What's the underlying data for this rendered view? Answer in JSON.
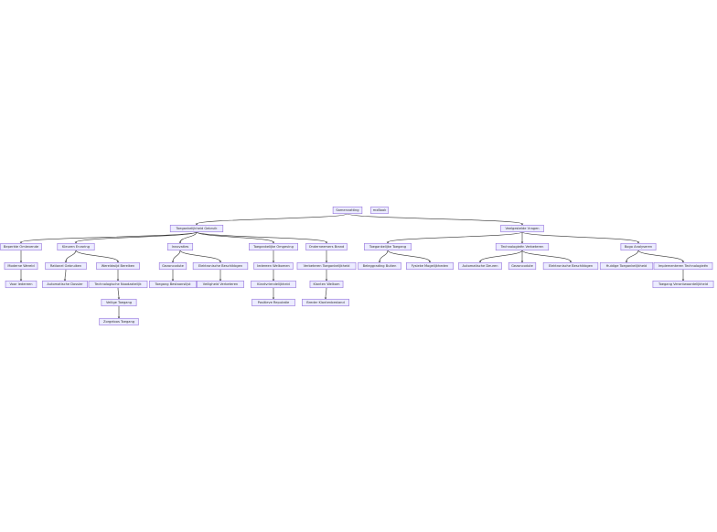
{
  "diagram": {
    "type": "mindmap-flowchart",
    "colors": {
      "node_fill": "#ececff",
      "node_stroke": "#9370db",
      "edge": "#333333",
      "text": "#333333"
    },
    "nodes": [
      {
        "id": "root",
        "label": "Samenvatting"
      },
      {
        "id": "mermaid",
        "label": "mxBook"
      },
      {
        "id": "cat1",
        "label": "Toegankelijkheid Gebruik"
      },
      {
        "id": "c1a",
        "label": "Beperkte Omlevende"
      },
      {
        "id": "c1a1",
        "label": "Moderne Wereld"
      },
      {
        "id": "c1a2",
        "label": "Voor Iedereen"
      },
      {
        "id": "c1b",
        "label": "Kleuren Ervaring"
      },
      {
        "id": "c1b1",
        "label": "Rationel Gebruiken"
      },
      {
        "id": "c1b2",
        "label": "Automatische Dossier"
      },
      {
        "id": "c1c",
        "label": "Wereldwijd Bereiken"
      },
      {
        "id": "c1c1",
        "label": "Technologische Noodzakelijk"
      },
      {
        "id": "c1c2",
        "label": "Veilige Toegang"
      },
      {
        "id": "c1c3",
        "label": "Zorgeloos Toegang"
      },
      {
        "id": "c1d",
        "label": "Innovaties"
      },
      {
        "id": "c1d1",
        "label": "Gezoncodute"
      },
      {
        "id": "c1d2",
        "label": "Toegang Bestaanslijst"
      },
      {
        "id": "c1e",
        "label": "Elektronische Beschikbgen"
      },
      {
        "id": "c1e1",
        "label": "Veiligheid Verbeteren"
      },
      {
        "id": "c1f",
        "label": "Toegankelijke Omgeving"
      },
      {
        "id": "c1f1",
        "label": "Iedereen Welkomen"
      },
      {
        "id": "c1f2",
        "label": "Klantvriendelijkheid"
      },
      {
        "id": "c1f3",
        "label": "Positieve Reputatie"
      },
      {
        "id": "c1g",
        "label": "Onderneemers Brand"
      },
      {
        "id": "c1g1",
        "label": "Verbeteren Toegankelijkheid"
      },
      {
        "id": "c1g2",
        "label": "Klanten Welkom"
      },
      {
        "id": "c1g3",
        "label": "Breder Klantenbestand"
      },
      {
        "id": "cat2",
        "label": "Veelgestelde Vragen"
      },
      {
        "id": "c2a",
        "label": "Toegankelijke Toegang"
      },
      {
        "id": "c2a1",
        "label": "Beleggrading Buiten"
      },
      {
        "id": "c2a2",
        "label": "Fysieke Mogelijkheden"
      },
      {
        "id": "c2b",
        "label": "Technologieën Verbeteren"
      },
      {
        "id": "c2b1",
        "label": "Automatische Deuren"
      },
      {
        "id": "c2b2",
        "label": "Gezoncodute"
      },
      {
        "id": "c2b3",
        "label": "Elektronische Beschikbgen"
      },
      {
        "id": "c2c",
        "label": "Bogo Analyseren"
      },
      {
        "id": "c2c1",
        "label": "Huidige Toegankelijkheid"
      },
      {
        "id": "c2c2",
        "label": "Implementeren Technologieën"
      },
      {
        "id": "c2c3",
        "label": "Toegang Verantwoordelijkheid"
      }
    ],
    "edges": [
      [
        "root",
        "cat1"
      ],
      [
        "root",
        "cat2"
      ],
      [
        "cat1",
        "c1a"
      ],
      [
        "cat1",
        "c1b"
      ],
      [
        "cat1",
        "c1d"
      ],
      [
        "cat1",
        "c1f"
      ],
      [
        "cat1",
        "c1g"
      ],
      [
        "c1a",
        "c1a1"
      ],
      [
        "c1a1",
        "c1a2"
      ],
      [
        "c1b",
        "c1b1"
      ],
      [
        "c1b",
        "c1c"
      ],
      [
        "c1b1",
        "c1b2"
      ],
      [
        "c1c",
        "c1c1"
      ],
      [
        "c1c1",
        "c1c2"
      ],
      [
        "c1c2",
        "c1c3"
      ],
      [
        "c1d",
        "c1d1"
      ],
      [
        "c1d",
        "c1e"
      ],
      [
        "c1d1",
        "c1d2"
      ],
      [
        "c1e",
        "c1e1"
      ],
      [
        "c1f",
        "c1f1"
      ],
      [
        "c1f1",
        "c1f2"
      ],
      [
        "c1f2",
        "c1f3"
      ],
      [
        "c1g",
        "c1g1"
      ],
      [
        "c1g1",
        "c1g2"
      ],
      [
        "c1g2",
        "c1g3"
      ],
      [
        "cat2",
        "c2a"
      ],
      [
        "cat2",
        "c2b"
      ],
      [
        "cat2",
        "c2c"
      ],
      [
        "c2a",
        "c2a1"
      ],
      [
        "c2a",
        "c2a2"
      ],
      [
        "c2b",
        "c2b1"
      ],
      [
        "c2b",
        "c2b2"
      ],
      [
        "c2b",
        "c2b3"
      ],
      [
        "c2c",
        "c2c1"
      ],
      [
        "c2c",
        "c2c2"
      ],
      [
        "c2c2",
        "c2c3"
      ]
    ]
  }
}
